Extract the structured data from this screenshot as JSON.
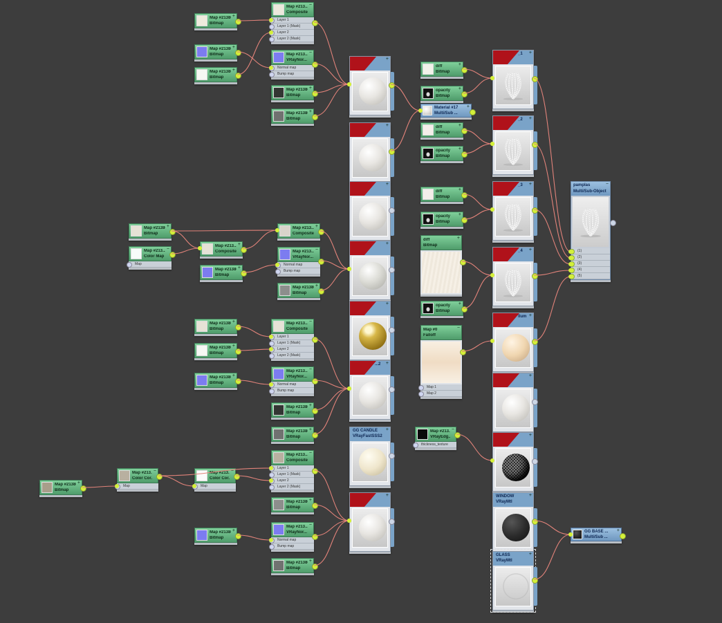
{
  "app": {
    "title": "Slate Material Editor - View1"
  },
  "colors": {
    "background": "#3d3d3d",
    "map_node": "#5fae7c",
    "material_header": "#7aa3c8",
    "redacted": "#b0121a",
    "wire": "#e2837a",
    "socket": "#d4f03a"
  },
  "nodes": {
    "t_bm1": {
      "title": "Map #213862...",
      "sub": "Bitmap",
      "thumb": "#eeeadd"
    },
    "t_bm2": {
      "title": "Map #213862...",
      "sub": "Bitmap",
      "thumb": "#7c7cf0"
    },
    "t_bm3": {
      "title": "Map #213862...",
      "sub": "Bitmap",
      "thumb": "#f6f8f4"
    },
    "t_comp": {
      "title": "Map #213...",
      "sub": "Composite",
      "thumb": "#ece8dc",
      "slots": [
        "Layer 1",
        "Layer 1 (Mask)",
        "Layer 2",
        "Layer 2 (Mask)"
      ]
    },
    "t_vn": {
      "title": "Map #213...",
      "sub": "VRayNor...",
      "thumb": "#7c7cf0",
      "slots": [
        "Normal map",
        "Bump map"
      ]
    },
    "t_bm4": {
      "title": "Map #213862...",
      "sub": "Bitmap",
      "thumb": "#333633"
    },
    "t_bm5": {
      "title": "Map #213862...",
      "sub": "Bitmap",
      "thumb": "#707270"
    },
    "d1": {
      "title": "diff",
      "sub": "Bitmap",
      "thumb": "#f2f2ea"
    },
    "o1": {
      "title": "opacity",
      "sub": "Bitmap",
      "thumb": "#111"
    },
    "ms17": {
      "title": "Material #17",
      "sub": "Multi/Sub ..."
    },
    "d2": {
      "title": "diff",
      "sub": "Bitmap",
      "thumb": "#f4eeea"
    },
    "o2": {
      "title": "opacity",
      "sub": "Bitmap",
      "thumb": "#111"
    },
    "d3": {
      "title": "diff",
      "sub": "Bitmap",
      "thumb": "#f4eeea"
    },
    "o3": {
      "title": "opacity",
      "sub": "Bitmap",
      "thumb": "#111"
    },
    "dbig": {
      "title": "diff",
      "sub": "Bitmap"
    },
    "o4": {
      "title": "opacity",
      "sub": "Bitmap",
      "thumb": "#111"
    },
    "falloff": {
      "title": "Map #0",
      "sub": "Falloff",
      "slots": [
        "Map 1",
        "Map 2"
      ]
    },
    "edge": {
      "title": "Map #213...",
      "sub": "VRayEdg...",
      "thumb": "#0a0a0a",
      "slots": [
        "thickness_texture"
      ]
    },
    "g_bm1": {
      "title": "Map #213862...",
      "sub": "Bitmap",
      "thumb": "#e6e2d6"
    },
    "g_cm": {
      "title": "Map #213...",
      "sub": "Color Map",
      "thumb": "#f8fcfa",
      "slots": [
        "Map"
      ]
    },
    "g_comp": {
      "title": "Map #213...",
      "sub": "Composite",
      "thumb": "#e6e2d6"
    },
    "g_bm2": {
      "title": "Map #213862...",
      "sub": "Bitmap",
      "thumb": "#7c7cf0"
    },
    "g_comp2": {
      "title": "Map #213...",
      "sub": "Composite",
      "thumb": "#d8d4ca"
    },
    "g_vn": {
      "title": "Map #213...",
      "sub": "VRayNor...",
      "thumb": "#7c7cf0",
      "slots": [
        "Normal map",
        "Bump map"
      ]
    },
    "g_bm3": {
      "title": "Map #213862...",
      "sub": "Bitmap",
      "thumb": "#8c8e8c"
    },
    "h_bm1": {
      "title": "Map #213862...",
      "sub": "Bitmap",
      "thumb": "#e6e2d6"
    },
    "h_bm2": {
      "title": "Map #213862...",
      "sub": "Bitmap",
      "thumb": "#f6f8f4"
    },
    "h_comp": {
      "title": "Map #213...",
      "sub": "Composite",
      "thumb": "#e6e2d6",
      "slots": [
        "Layer 1",
        "Layer 1 (Mask)",
        "Layer 2",
        "Layer 2 (Mask)"
      ]
    },
    "h_bm3": {
      "title": "Map #213862...",
      "sub": "Bitmap",
      "thumb": "#7c7cf0"
    },
    "h_vn": {
      "title": "Map #213...",
      "sub": "VRayNor...",
      "thumb": "#7c7cf0",
      "slots": [
        "Normal map",
        "Bump map"
      ]
    },
    "h_bm4": {
      "title": "Map #213862...",
      "sub": "Bitmap",
      "thumb": "#333633"
    },
    "h_bm5": {
      "title": "Map #213862...",
      "sub": "Bitmap",
      "thumb": "#707270"
    },
    "k_bm1": {
      "title": "Map #213862...",
      "sub": "Bitmap",
      "thumb": "#a89e8a"
    },
    "k_cc1": {
      "title": "Map #213...",
      "sub": "Color Cor...",
      "thumb": "#b8b0a0",
      "slots": [
        "Map"
      ]
    },
    "k_cc2": {
      "title": "Map #213...",
      "sub": "Color Cor...",
      "thumb": "#fbfbfb",
      "slots": [
        "Map"
      ]
    },
    "k_comp": {
      "title": "Map #213...",
      "sub": "Composite",
      "thumb": "#b8b0a0",
      "slots": [
        "Layer 1",
        "Layer 1 (Mask)",
        "Layer 2",
        "Layer 2 (Mask)"
      ]
    },
    "k_bm2": {
      "title": "Map #213862...",
      "sub": "Bitmap",
      "thumb": "#8c8e8c"
    },
    "k_bm3": {
      "title": "Map #213862...",
      "sub": "Bitmap",
      "thumb": "#7c7cf0"
    },
    "k_vn": {
      "title": "Map #213...",
      "sub": "VRayNor...",
      "thumb": "#7c7cf0",
      "slots": [
        "Normal map",
        "Bump map"
      ]
    },
    "k_bm4": {
      "title": "Map #213862...",
      "sub": "Bitmap",
      "thumb": "#707270"
    },
    "pamplas": {
      "title": "pamplas",
      "sub": "Multi/Sub-Object",
      "slots": [
        "(1)",
        "(2)",
        "(3)",
        "(4)",
        "(5)"
      ]
    },
    "ggbase": {
      "title": "GG BASE ...",
      "sub": "Multi/Sub ..."
    }
  },
  "materials": {
    "m1": {
      "name": "",
      "sub": "",
      "preview": "white"
    },
    "m2": {
      "name": "",
      "sub": "",
      "preview": "white"
    },
    "m3": {
      "name": "",
      "sub": "",
      "preview": "white"
    },
    "m4": {
      "name": "",
      "sub": "",
      "preview": "marble"
    },
    "m5": {
      "name": "",
      "sub": "",
      "preview": "gold"
    },
    "m6": {
      "name": "...2",
      "sub": "",
      "preview": "white"
    },
    "m7": {
      "name": "GG CANDLE",
      "sub": "VRayFastSSS2",
      "preview": "cream",
      "plain": true
    },
    "m8": {
      "name": "",
      "sub": "",
      "preview": "white"
    },
    "m_a": {
      "name": "_1",
      "sub": "",
      "preview": "pampas"
    },
    "m_b": {
      "name": "_2",
      "sub": "",
      "preview": "pampas"
    },
    "m_c": {
      "name": "_3",
      "sub": "",
      "preview": "pampas"
    },
    "m_d": {
      "name": "_4",
      "sub": "",
      "preview": "pampas"
    },
    "m_e": {
      "name": "llum",
      "sub": "",
      "preview": "peach"
    },
    "m_f": {
      "name": "",
      "sub": "",
      "preview": "white"
    },
    "m_g": {
      "name": "",
      "sub": "",
      "preview": "mesh"
    },
    "m_win": {
      "name": "WINDOW",
      "sub": "VRayMtl",
      "preview": "dark",
      "plain": true
    },
    "m_glass": {
      "name": "GLASS",
      "sub": "VRayMtl",
      "preview": "glass",
      "plain": true
    }
  }
}
